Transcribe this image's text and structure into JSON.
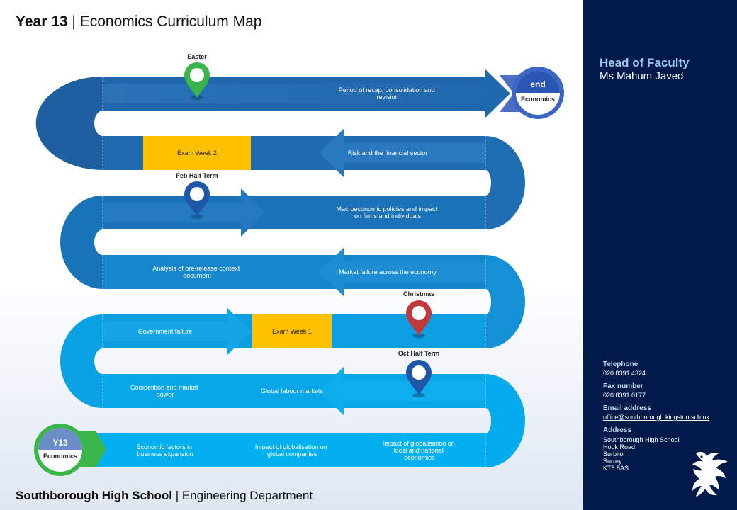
{
  "header": {
    "title_bold": "Year 13",
    "title_rest": " | Economics Curriculum Map"
  },
  "footer": {
    "school": "Southborough High School",
    "department": " | Engineering Department"
  },
  "start_badge": {
    "label": "Y13",
    "sub": "Economics"
  },
  "end_badge": {
    "label": "end",
    "sub": "Economics"
  },
  "topics": {
    "economic_factors": [
      "Economic factors in",
      "business expansion"
    ],
    "glob_global": [
      "Impact of globalisation on",
      "global companies"
    ],
    "glob_local": [
      "Impact of globalisation on",
      "local and national",
      "economies"
    ],
    "competition": [
      "Competition and market",
      "power"
    ],
    "labour": "Global labour markets",
    "gov_failure": "Government failure",
    "exam1": "Exam Week 1",
    "analysis": [
      "Analysis of pre-release context",
      "document"
    ],
    "market_failure": "Market failure across the economy",
    "macro": [
      "Macroeconomic policies and impact",
      "on firms and individuals"
    ],
    "exam2": "Exam Week 2",
    "risk": "Risk and the financial sector",
    "recap": [
      "Period of recap, consolidation and",
      "revision"
    ]
  },
  "pins": {
    "easter": "Easter",
    "feb": "Feb Half Term",
    "christmas": "Christmas",
    "oct": "Oct Half Term"
  },
  "colors": {
    "sidebar": "#001a4a",
    "exam": "#ffc000",
    "pin_green": "#3ab54a",
    "pin_blue": "#1f57a8",
    "pin_red": "#c0393b"
  },
  "sidebar": {
    "hof_title": "Head of Faculty",
    "hof_name": "Ms Mahum Javed",
    "telephone_label": "Telephone",
    "telephone": "020 8391 4324",
    "fax_label": "Fax number",
    "fax": "020 8391 0177",
    "email_label": "Email address",
    "email": "office@southborough.kingston.sch.uk",
    "address_label": "Address",
    "address": [
      "Southborough High School",
      "Hook Road",
      "Surbiton",
      "Surrey",
      "KT6 5AS"
    ]
  }
}
